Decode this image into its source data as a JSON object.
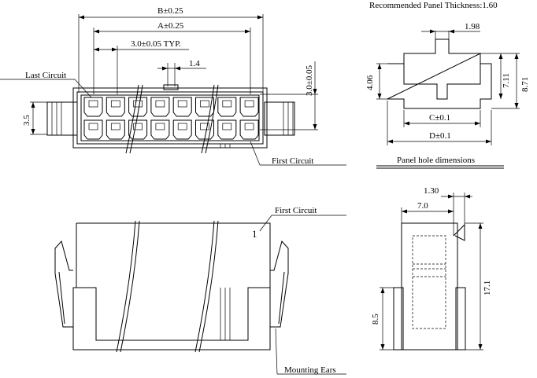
{
  "header": {
    "panel_thickness": "Recommended Panel Thickness:1.60"
  },
  "top_view": {
    "dim_b": "B±0.25",
    "dim_a": "A±0.25",
    "dim_pitch": "3.0±0.05 TYP.",
    "dim_1_4": "1.4",
    "dim_3_5": "3.5",
    "dim_3_0": "3.0±0.05",
    "label_last_circuit": "Last Circuit",
    "label_first_circuit": "First Circuit"
  },
  "panel_hole": {
    "dim_1_98": "1.98",
    "dim_4_06": "4.06",
    "dim_7_11": "7.11",
    "dim_8_71": "8.71",
    "dim_c": "C±0.1",
    "dim_d": "D±0.1",
    "caption": "Panel hole dimensions"
  },
  "front_view": {
    "label_first_circuit": "First Circuit",
    "circuit_number": "1",
    "label_mounting_ears": "Mounting Ears"
  },
  "side_view": {
    "dim_1_30": "1.30",
    "dim_7_0": "7.0",
    "dim_17_1": "17.1",
    "dim_8_5": "8.5"
  }
}
